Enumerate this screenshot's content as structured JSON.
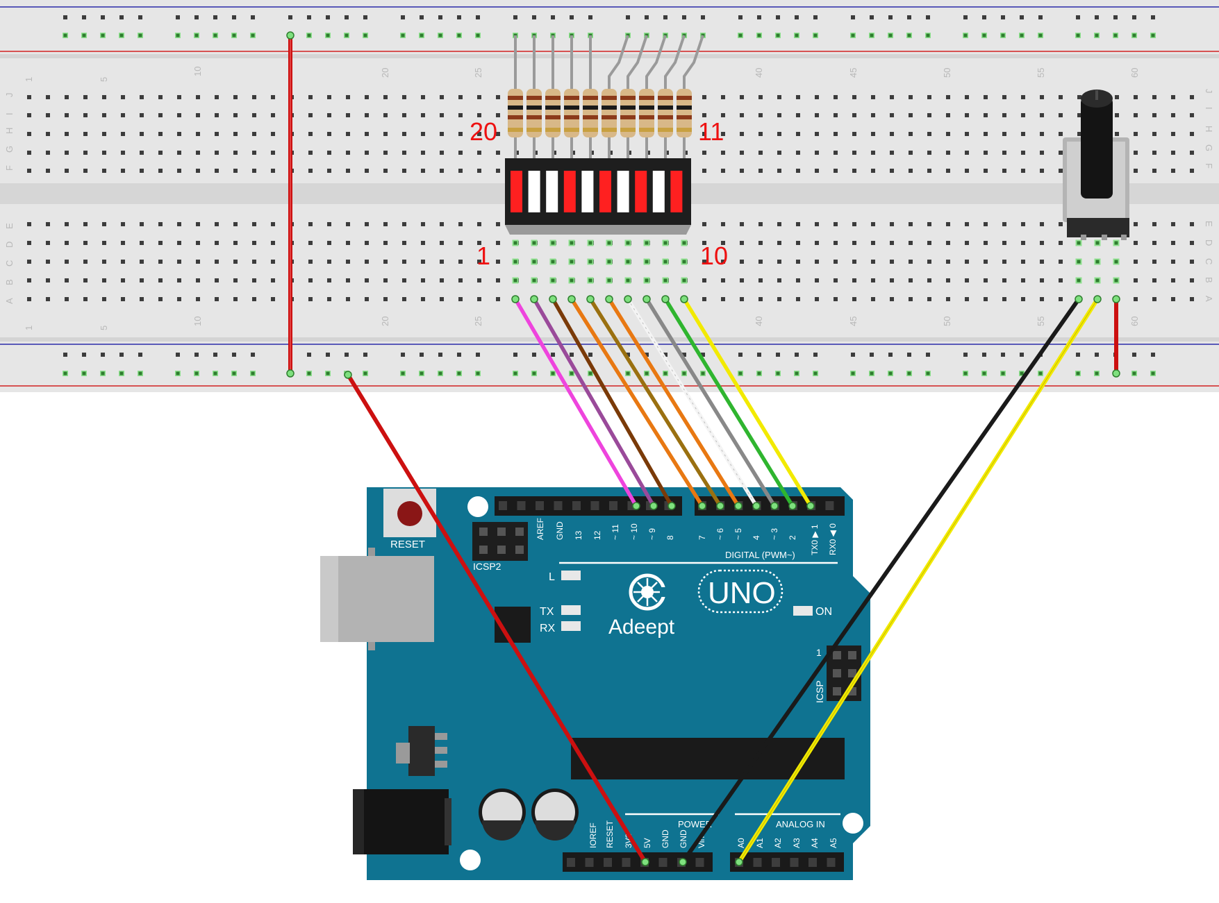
{
  "breadboard": {
    "column_numbers": [
      "1",
      "5",
      "10",
      "20",
      "25",
      "40",
      "45",
      "50",
      "55",
      "60"
    ],
    "row_letters_top": [
      "J",
      "I",
      "H",
      "G",
      "F"
    ],
    "row_letters_bottom": [
      "E",
      "D",
      "C",
      "B",
      "A"
    ]
  },
  "bargraph_labels": {
    "pin_20": "20",
    "pin_11": "11",
    "pin_1": "1",
    "pin_10": "10"
  },
  "board": {
    "brand": "Adeept",
    "model": "UNO",
    "reset_label": "RESET",
    "icsp2_label": "ICSP2",
    "icsp_label": "ICSP",
    "icsp_pin1": "1",
    "led_l": "L",
    "led_tx": "TX",
    "led_rx": "RX",
    "led_on": "ON",
    "digital_label": "DIGITAL (PWM~)",
    "power_label": "POWER",
    "analog_label": "ANALOG IN",
    "digital_pins": [
      "AREF",
      "GND",
      "13",
      "12",
      "~ 11",
      "~ 10",
      "~ 9",
      "8",
      "7",
      "~ 6",
      "~ 5",
      "4",
      "~ 3",
      "2",
      "TX0 ▶ 1",
      "RX0 ◀ 0"
    ],
    "power_pins": [
      "IOREF",
      "RESET",
      "3V3",
      "5V",
      "GND",
      "GND",
      "Vin"
    ],
    "analog_pins": [
      "A0",
      "A1",
      "A2",
      "A3",
      "A4",
      "A5"
    ]
  },
  "colors": {
    "board": "#0f7391",
    "breadboard": "#e6e6e6",
    "rail_red": "#d22020",
    "rail_blue": "#2a2aa8",
    "wire_red": "#cc1010",
    "wire_black": "#1a1a1a",
    "wire_yellow": "#f2ea00",
    "wire_pink": "#ee44dd",
    "wire_purple": "#9a4a9a",
    "wire_brown": "#7a3a08",
    "wire_orange": "#e87812",
    "wire_olive": "#9a7010",
    "wire_white": "#f4f4f4",
    "wire_gray": "#888888",
    "wire_green": "#2fb52f",
    "label_red": "#ee1111"
  },
  "icons": {
    "reset_button": "reset-button",
    "potentiometer": "potentiometer",
    "led_bargraph": "led-bar-graph",
    "logo": "adeept-logo"
  }
}
